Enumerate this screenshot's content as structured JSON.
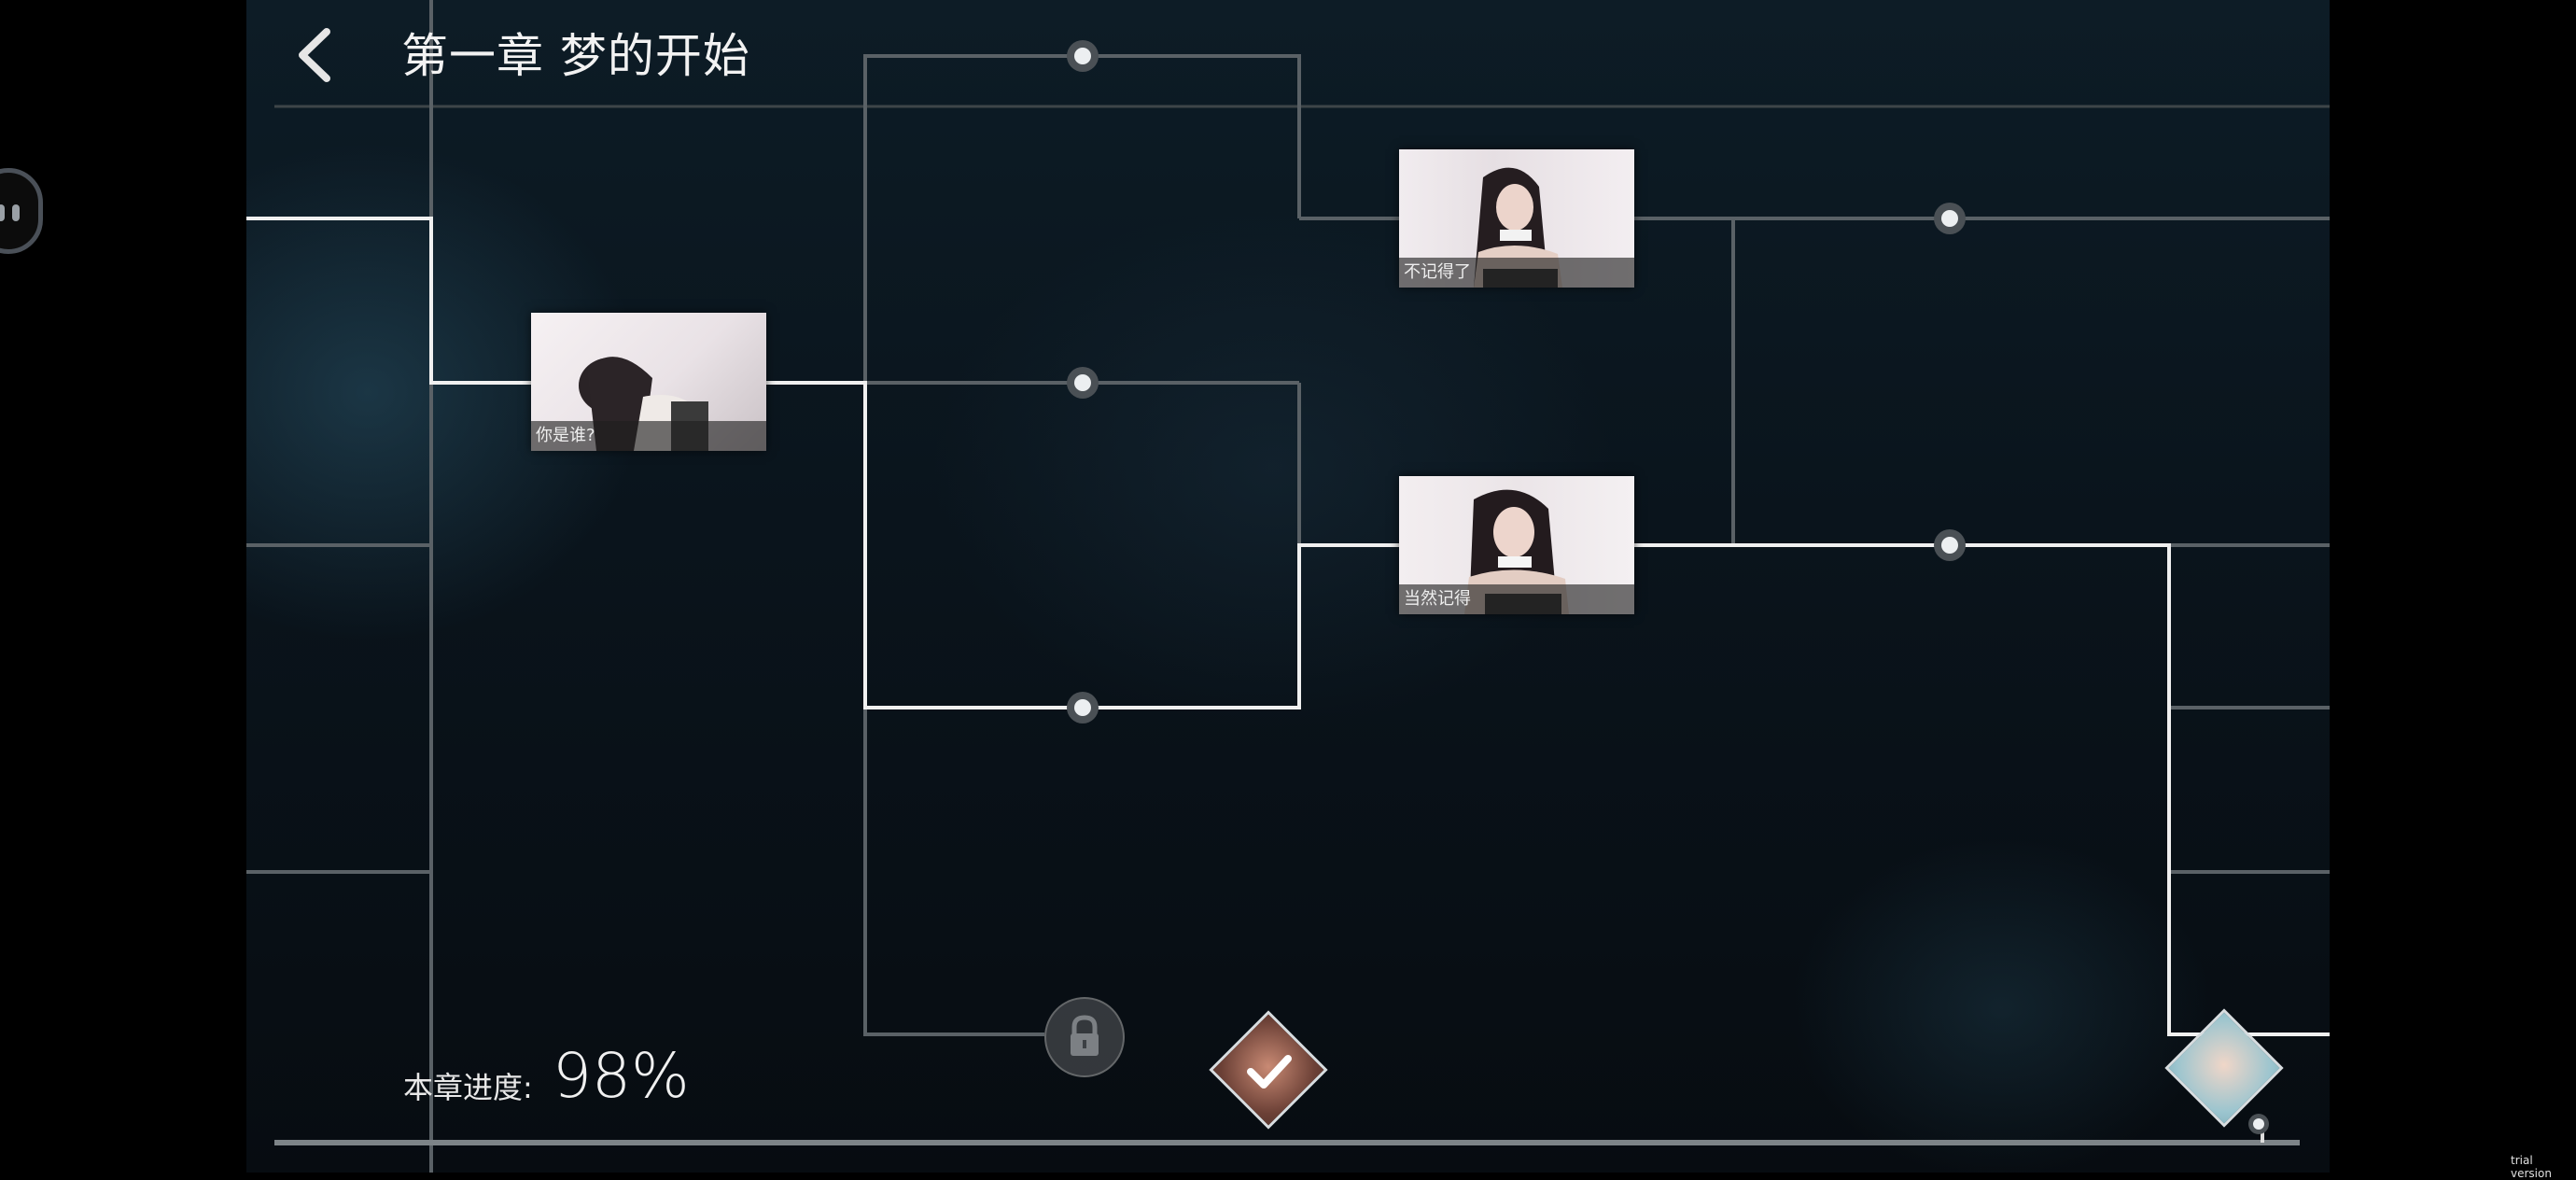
{
  "chapter": {
    "title": "第一章 梦的开始"
  },
  "nodes": [
    {
      "id": "node-who-are-you",
      "caption": "你是谁?"
    },
    {
      "id": "node-dont-remember",
      "caption": "不记得了"
    },
    {
      "id": "node-of-course-remember",
      "caption": "当然记得"
    }
  ],
  "progress": {
    "label": "本章进度:",
    "value_text": "98%",
    "value": 98
  },
  "watermark": "trial version",
  "icons": {
    "back": "chevron-left-icon",
    "lock": "lock-icon",
    "completed": "checkmark-icon",
    "side": "assistant-bubble-icon"
  },
  "colors": {
    "active_path": "#f2f2f2",
    "inactive_path": "#5d6368",
    "background": "#0a141c"
  }
}
